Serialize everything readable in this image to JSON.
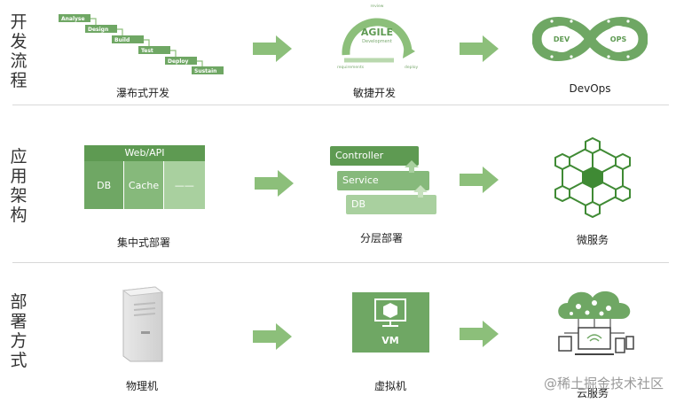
{
  "sections": {
    "dev": {
      "label": "开发流程"
    },
    "arch": {
      "label": "应用架构"
    },
    "deploy": {
      "label": "部署方式"
    }
  },
  "dev_row": {
    "waterfall": {
      "caption": "瀑布式开发",
      "steps": [
        "Analyse",
        "Design",
        "Build",
        "Test",
        "Deploy",
        "Sustain"
      ]
    },
    "agile": {
      "caption": "敏捷开发",
      "title": "AGILE",
      "subtitle": "Development",
      "top_small": "review",
      "left_small": "requirements",
      "right_small": "deploy"
    },
    "devops": {
      "caption": "DevOps",
      "dev": "DEV",
      "ops": "OPS"
    }
  },
  "arch_row": {
    "central": {
      "caption": "集中式部署",
      "top": "Web/API",
      "cells": [
        "DB",
        "Cache",
        "——"
      ]
    },
    "layered": {
      "caption": "分层部署",
      "layers": [
        "Controller",
        "Service",
        "DB"
      ]
    },
    "micro": {
      "caption": "微服务"
    }
  },
  "deploy_row": {
    "physical": {
      "caption": "物理机"
    },
    "vm": {
      "caption": "虚拟机",
      "label": "VM"
    },
    "cloud": {
      "caption": "云服务"
    }
  },
  "watermark": "@稀土掘金技术社区",
  "colors": {
    "accent": "#8cbf7a",
    "dark": "#5e9a52",
    "mid": "#6fa764",
    "light": "#a9d09f"
  }
}
